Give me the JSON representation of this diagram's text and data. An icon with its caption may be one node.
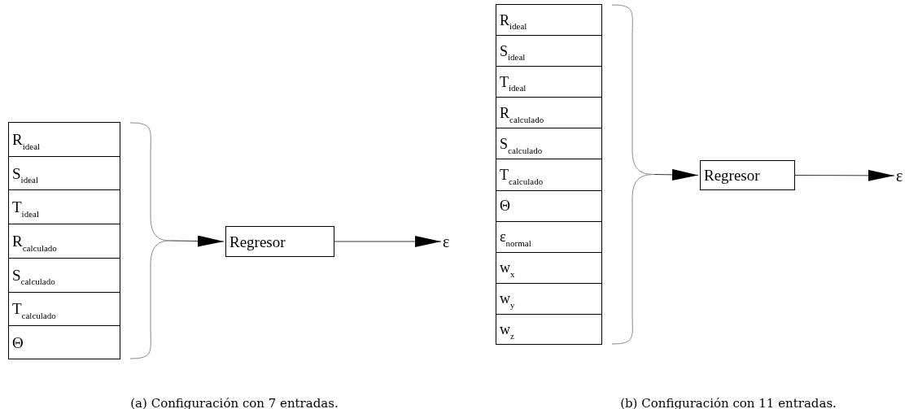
{
  "diagram": {
    "nodes": [
      {
        "text": [],
        "shape": "bracket"
      },
      {
        "text": [
          "R$_{ideal}$"
        ],
        "in": 0
      },
      {
        "text": [
          "S$_{ideal}$"
        ],
        "in": 0
      },
      {
        "text": [
          "T$_{ideal}$"
        ],
        "in": 0
      },
      {
        "text": [
          "R$_{calculado}$"
        ],
        "in": 0
      },
      {
        "text": [
          "S$_{calculado}$"
        ],
        "in": 0
      },
      {
        "text": [
          "T$_{calculado}$"
        ],
        "in": 0
      },
      {
        "text": [
          "Θ"
        ],
        "in": 0
      },
      {
        "text": [
          "Regresor"
        ]
      },
      {
        "text": [
          "ε"
        ]
      },
      {
        "text": [],
        "shape": "bracket"
      },
      {
        "text": [
          "R$_{ideal}$"
        ],
        "in": 10
      },
      {
        "text": [
          "S$_{ideal}$"
        ],
        "in": 10
      },
      {
        "text": [
          "T$_{ideal}$"
        ],
        "in": 10
      },
      {
        "text": [
          "R$_{calculado}$"
        ],
        "in": 10
      },
      {
        "text": [
          "S$_{calculado}$"
        ],
        "in": 10
      },
      {
        "text": [
          "T$_{calculado}$"
        ],
        "in": 10
      },
      {
        "text": [
          "Θ"
        ],
        "in": 10
      },
      {
        "text": [
          "ε$_{normal}$"
        ],
        "in": 10
      },
      {
        "text": [
          "w$_{x}$"
        ],
        "in": 10
      },
      {
        "text": [
          "w$_{y}$"
        ],
        "in": 10
      },
      {
        "text": [
          "w$_{z}$"
        ],
        "in": 10
      },
      {
        "text": [
          "Regresor"
        ]
      },
      {
        "text": [
          "ε"
        ]
      }
    ],
    "edges": [
      {
        "from": 0,
        "to": 8,
        "arrow": "to"
      },
      {
        "from": 8,
        "to": 9,
        "arrow": "to"
      },
      {
        "from": 10,
        "to": 22,
        "arrow": "to"
      },
      {
        "from": 22,
        "to": 23,
        "arrow": "to"
      }
    ],
    "labels": [
      "(a) Configuración con 7 entradas.",
      "(b) Configuración con 11 entradas."
    ]
  }
}
